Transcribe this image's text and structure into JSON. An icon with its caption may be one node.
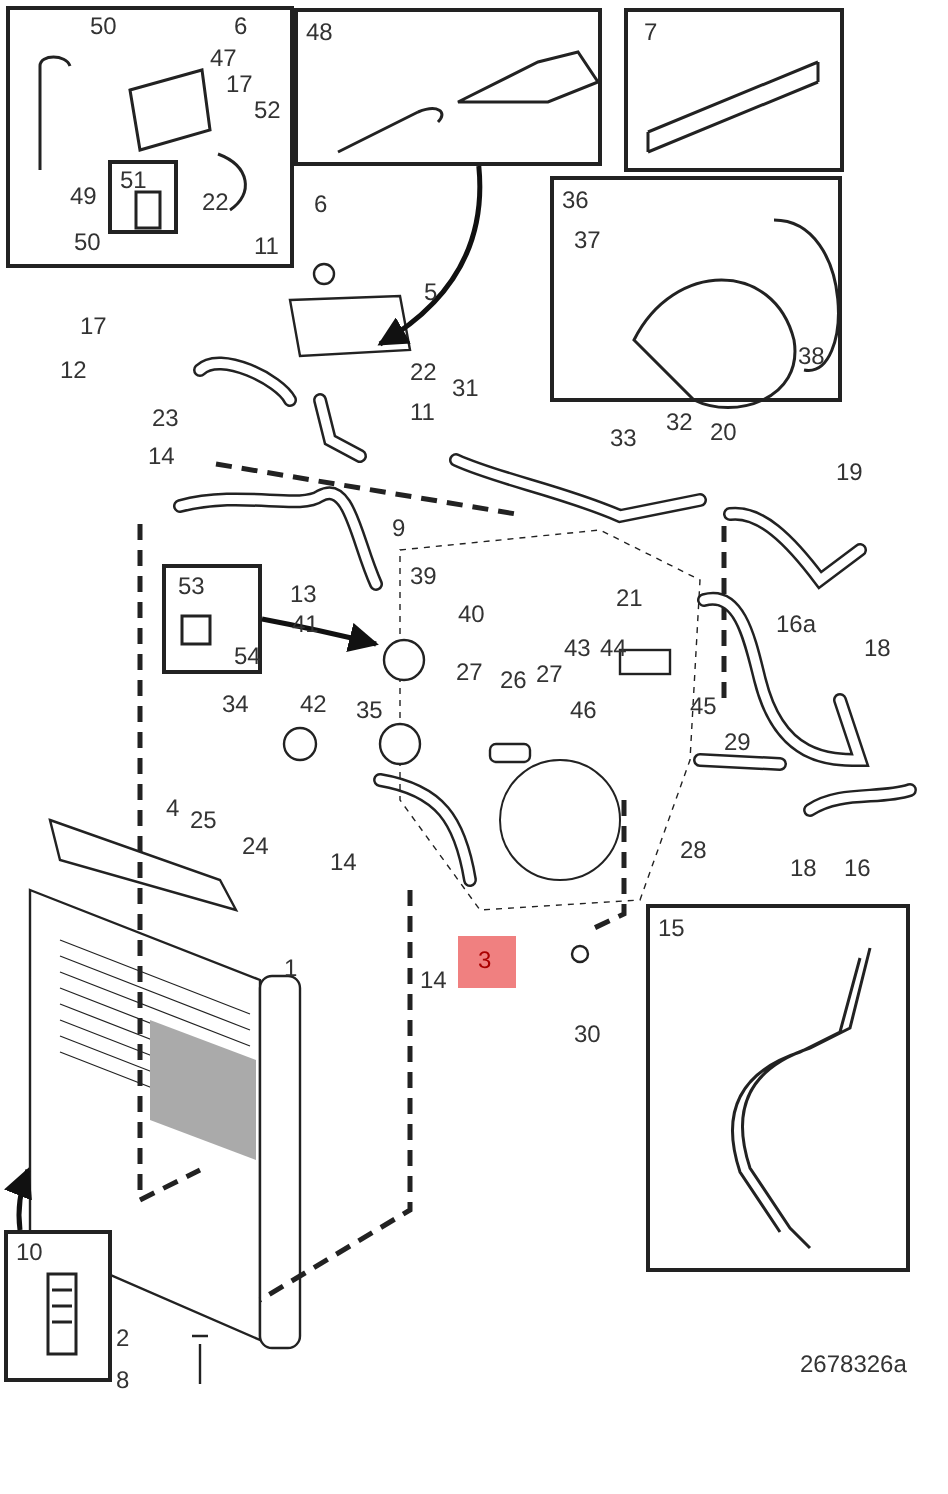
{
  "diagram": {
    "nodes": [
      {
        "text": [
          "50",
          "6",
          "47",
          "17",
          "52",
          "22",
          "49",
          "11",
          "50"
        ]
      },
      {
        "text": [
          "51"
        ],
        "in": 0
      },
      {
        "text": [
          "48"
        ]
      },
      {
        "text": [
          "7"
        ]
      },
      {
        "text": [
          "36",
          "37",
          "38"
        ]
      },
      {
        "text": [
          "53",
          "54"
        ]
      },
      {
        "text": [
          "3"
        ]
      },
      {
        "text": [
          "15"
        ]
      },
      {
        "text": [
          "10"
        ]
      }
    ],
    "edges": [
      {
        "from": 2,
        "to": null,
        "arrow": "to"
      },
      {
        "from": 5,
        "to": null,
        "arrow": "to"
      },
      {
        "from": 8,
        "to": null,
        "arrow": "to"
      }
    ],
    "labels": [
      "6",
      "5",
      "17",
      "12",
      "22",
      "31",
      "23",
      "11",
      "33",
      "32",
      "20",
      "14",
      "19",
      "9",
      "39",
      "13",
      "40",
      "21",
      "41",
      "16a",
      "43",
      "44",
      "18",
      "27",
      "26",
      "27",
      "34",
      "42",
      "35",
      "46",
      "45",
      "29",
      "25",
      "4",
      "24",
      "14",
      "28",
      "18",
      "16",
      "1",
      "14",
      "30",
      "2",
      "8",
      "2678326a"
    ]
  }
}
